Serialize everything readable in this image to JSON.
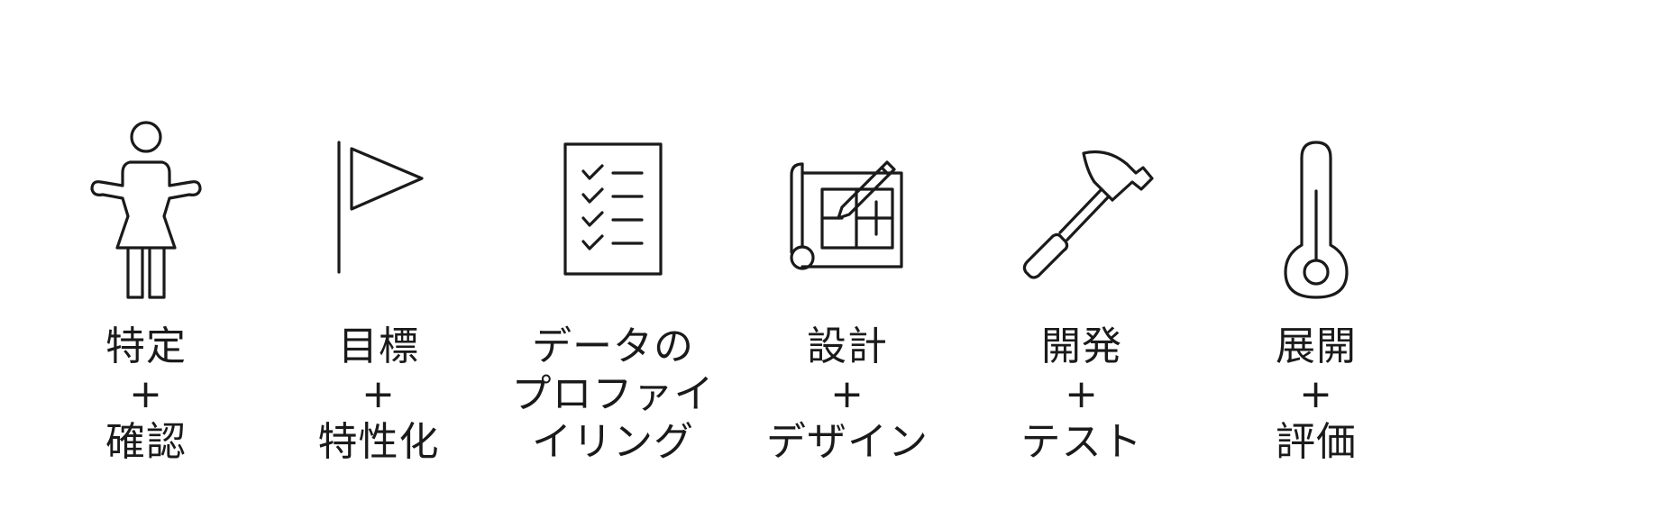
{
  "steps": [
    {
      "icon": "person-shrug-icon",
      "label": "特定\n+\n確認"
    },
    {
      "icon": "flag-icon",
      "label": "目標\n+\n特性化"
    },
    {
      "icon": "checklist-icon",
      "label": "データの\nプロファイ\nイリング"
    },
    {
      "icon": "blueprint-pencil-icon",
      "label": "設計\n+\nデザイン"
    },
    {
      "icon": "hammer-icon",
      "label": "開発\n+\nテスト"
    },
    {
      "icon": "thermometer-icon",
      "label": "展開\n+\n評価"
    }
  ]
}
